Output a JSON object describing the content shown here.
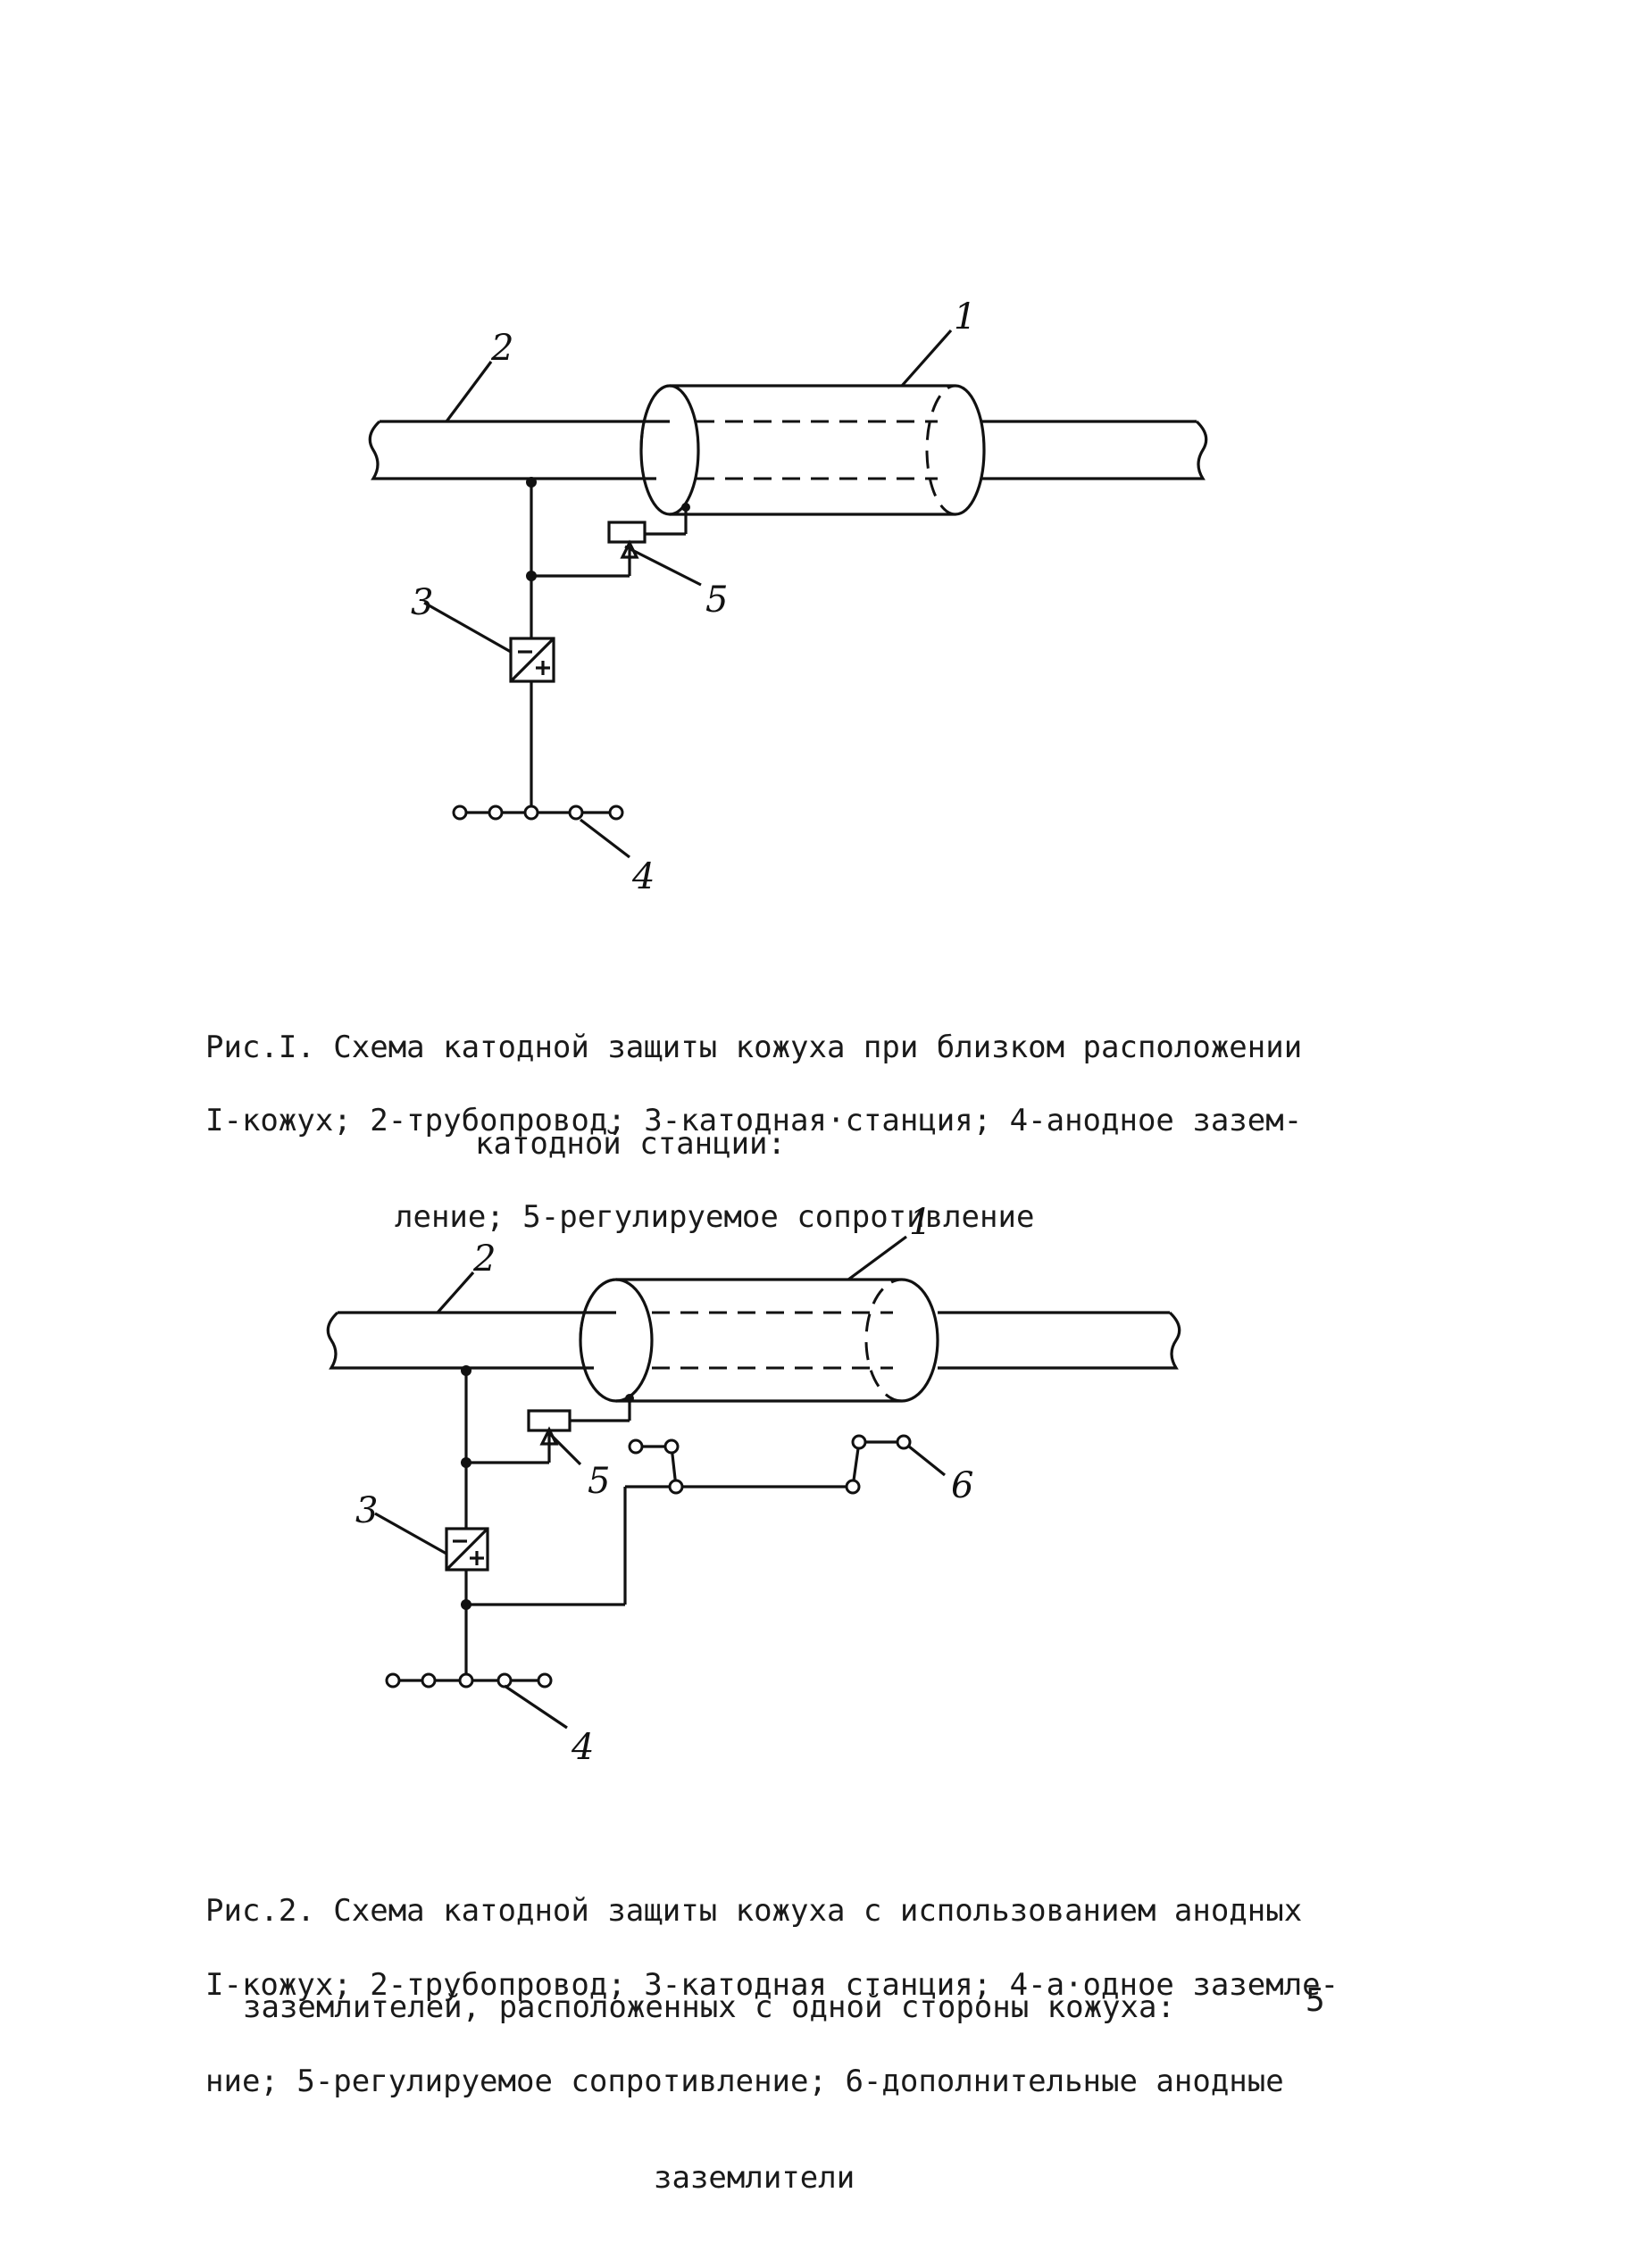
{
  "figure1": {
    "labels": {
      "l1": "1",
      "l2": "2",
      "l3": "3",
      "l4": "4",
      "l5": "5"
    },
    "caption": {
      "line1": "Рис.I. Схема катодной защиты кожуха при близком расположении",
      "line2": "катодной станции:",
      "line3": "I-кожух; 2-трубопровод; 3-катодная·станция; 4-анодное зазем-",
      "line4": "ление; 5-регулируемое сопротивление"
    }
  },
  "figure2": {
    "labels": {
      "l1": "1",
      "l2": "2",
      "l3": "3",
      "l4": "4",
      "l5": "5",
      "l6": "6"
    },
    "caption": {
      "line1": "Рис.2. Схема катодной защиты кожуха с использованием анодных",
      "line2": "заземлителей, расположенных с одной стороны кожуха:",
      "line3": "I-кожух; 2-трубопровод; 3-катодная станция; 4-а·одное заземле-",
      "line4": "ние; 5-регулируемое сопротивление; 6-дополнительные анодные",
      "line5": "заземлители"
    }
  },
  "page_number": "5"
}
